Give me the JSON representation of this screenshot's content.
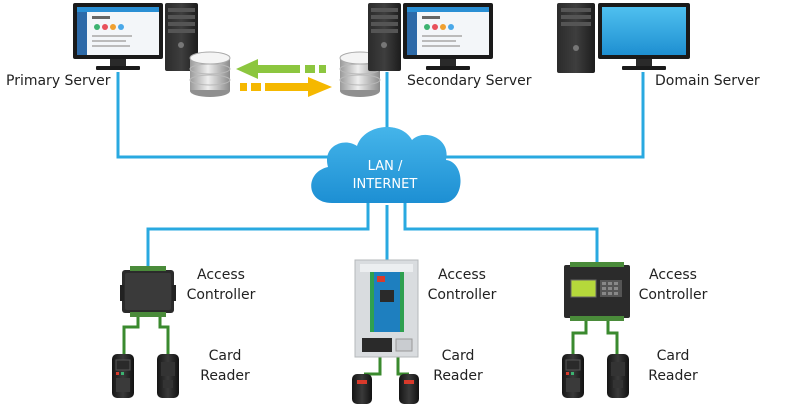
{
  "servers": {
    "primary": {
      "label": "Primary Server"
    },
    "secondary": {
      "label": "Secondary Server"
    },
    "domain": {
      "label": "Domain Server"
    }
  },
  "network": {
    "line1": "LAN /",
    "line2": "INTERNET"
  },
  "controllers": [
    {
      "line1": "Access",
      "line2": "Controller"
    },
    {
      "line1": "Access",
      "line2": "Controller"
    },
    {
      "line1": "Access",
      "line2": "Controller"
    }
  ],
  "readers": [
    {
      "line1": "Card",
      "line2": "Reader"
    },
    {
      "line1": "Card",
      "line2": "Reader"
    },
    {
      "line1": "Card",
      "line2": "Reader"
    }
  ],
  "colors": {
    "network_line": "#29a9e0",
    "cloud": "#2b9fdc",
    "controller_wire": "#3a8a2e",
    "sync_arrow_left": "#8cc63f",
    "sync_arrow_right": "#f5b800"
  }
}
